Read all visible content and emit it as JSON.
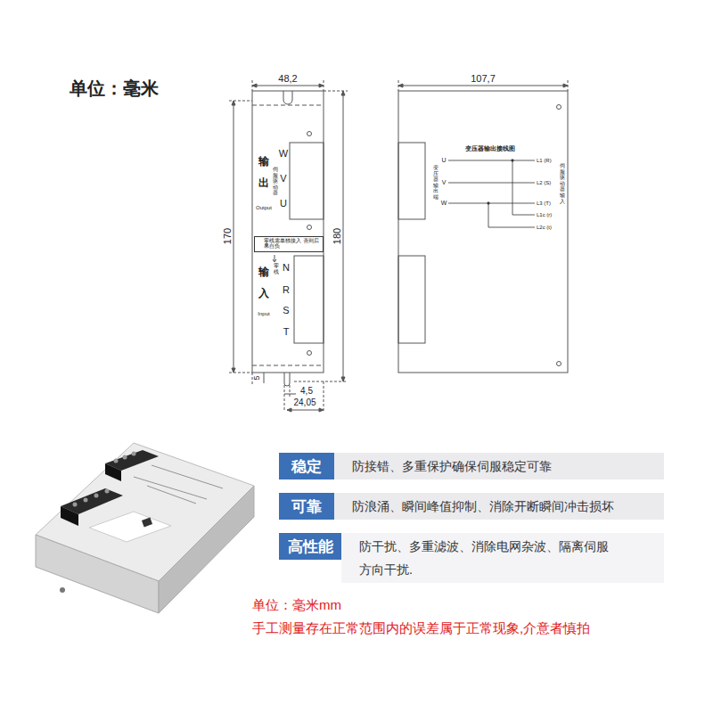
{
  "diagram": {
    "nodes": [
      {
        "text": [
          "零线需单独接入 否则后果自负"
        ]
      },
      {
        "text": [
          "稳定"
        ]
      },
      {
        "text": [
          "防接错、多重保护确保伺服稳定可靠"
        ]
      },
      {
        "text": [
          "可靠"
        ]
      },
      {
        "text": [
          "防浪涌、瞬间峰值抑制、消除开断瞬间冲击损坏"
        ]
      },
      {
        "text": [
          "高性能"
        ]
      },
      {
        "text": [
          "防干扰、多重滤波、消除电网杂波、隔离伺服方向干扰."
        ]
      }
    ],
    "labels": [
      "单位：毫米",
      "48,2",
      "170",
      "180",
      "5",
      "4,5",
      "24,05",
      "输",
      "出",
      "伺服驱动器",
      "Output",
      "W",
      "V",
      "U",
      "输",
      "入",
      "Input",
      "零线",
      "N",
      "R",
      "S",
      "T",
      "107,7",
      "变压器输出接线图",
      "变压器输出端",
      "U",
      "V",
      "W",
      "L1 (R)",
      "L2 (S)",
      "L3 (T)",
      "L1c (r)",
      "L2c (t)",
      "伺服驱动器输入",
      "单位：毫米mm",
      "手工测量存在正常范围内的误差属于正常现象,介意者慎拍"
    ]
  }
}
